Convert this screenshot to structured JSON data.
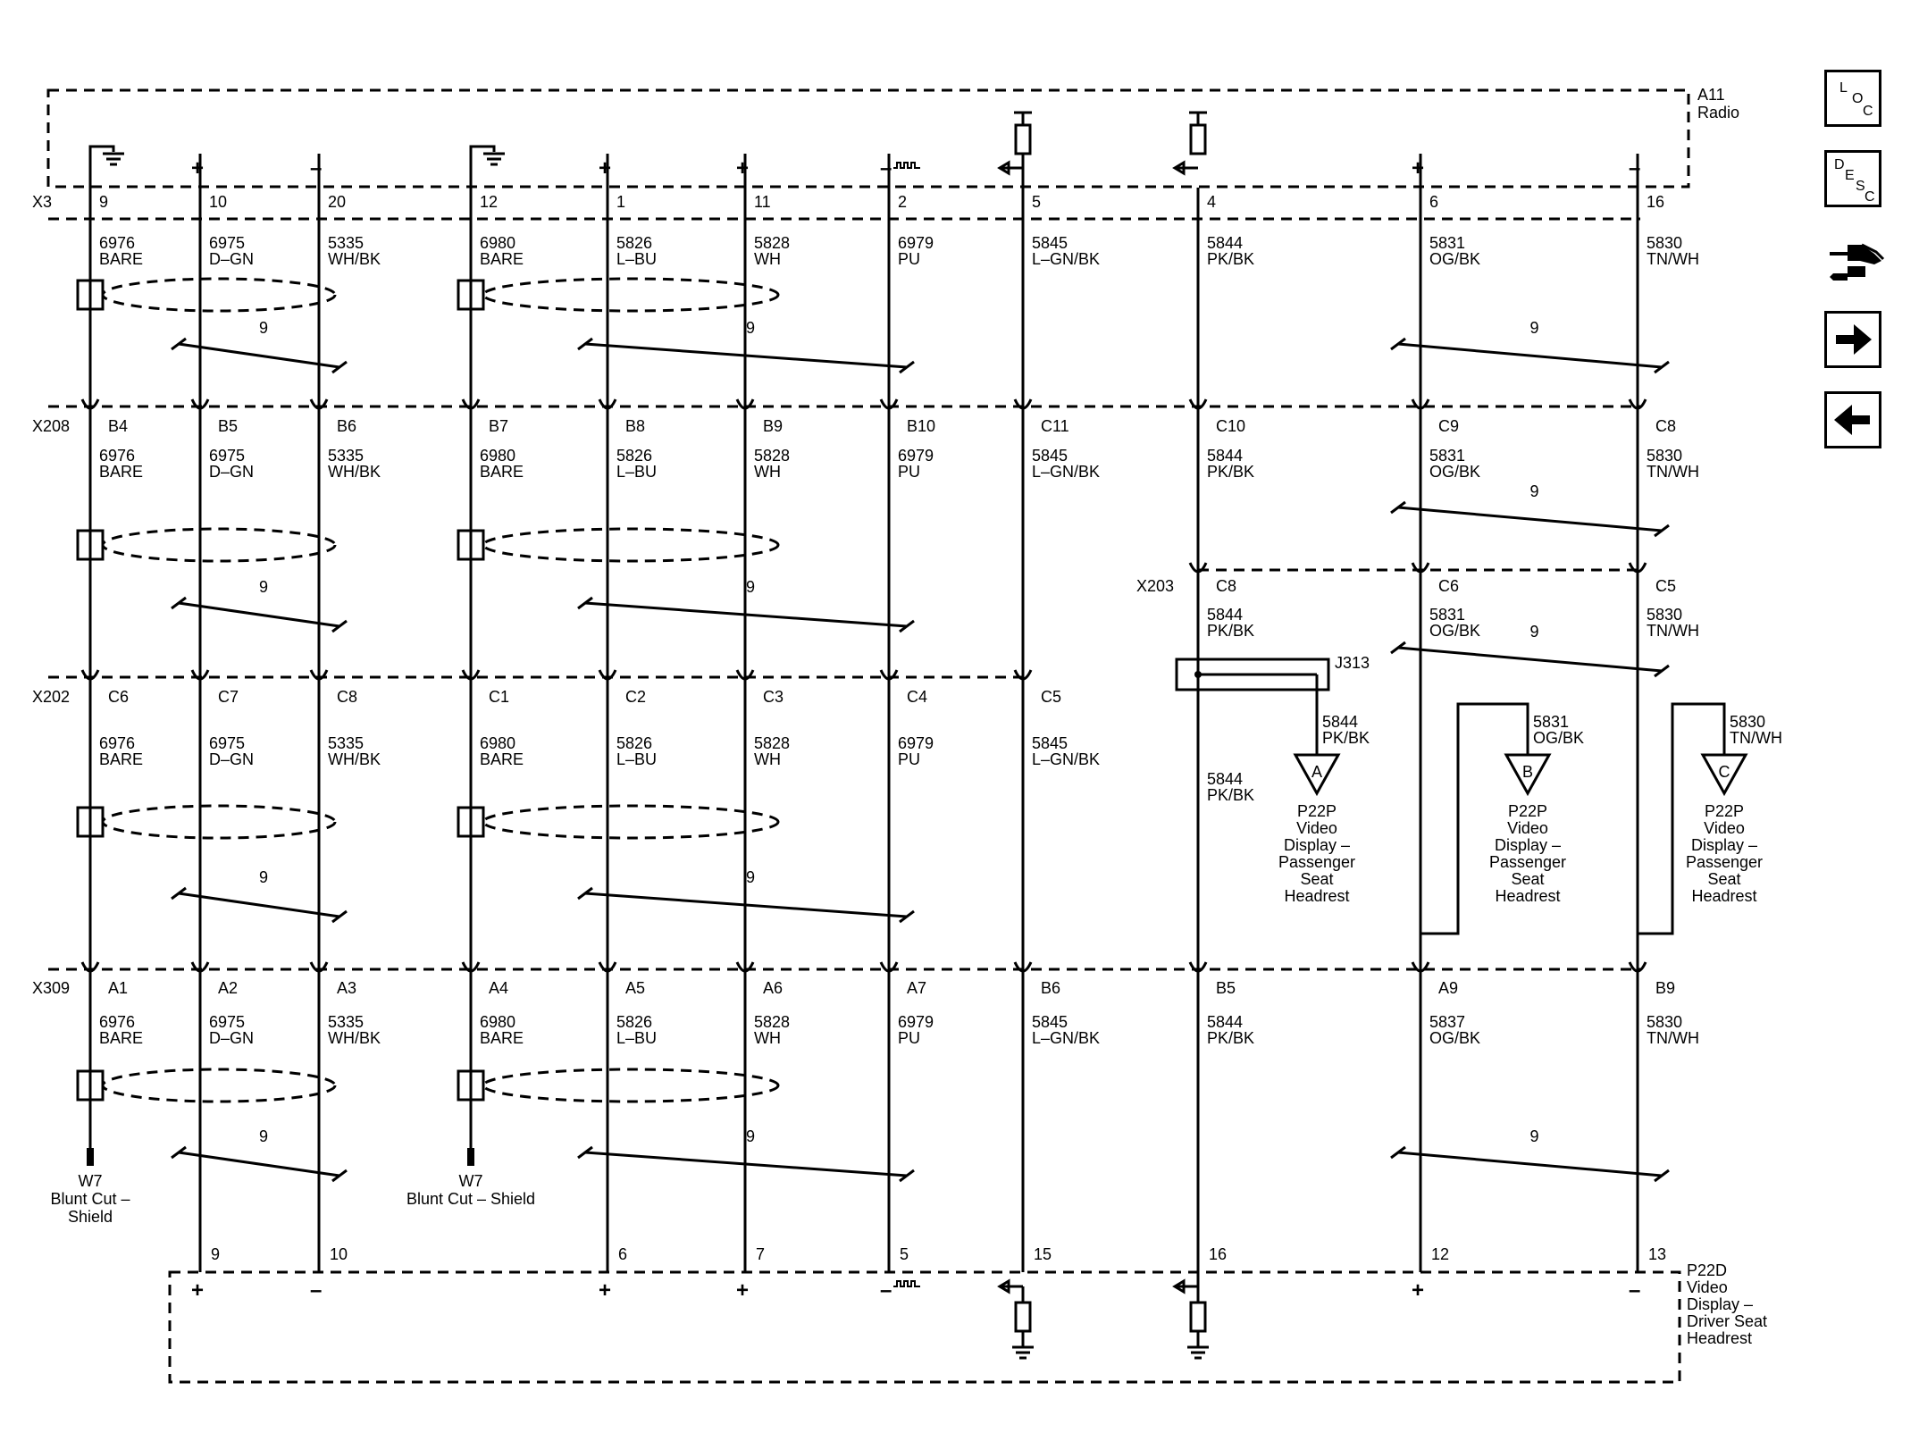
{
  "modules": {
    "radio_id": "A11",
    "radio_name": "Radio",
    "driver_display": [
      "P22D",
      "Video",
      "Display –",
      "Driver Seat",
      "Headrest"
    ]
  },
  "connectors": {
    "x3": "X3",
    "x208": "X208",
    "x202": "X202",
    "x309": "X309",
    "x203": "X203",
    "j313": "J313"
  },
  "nav": {
    "loc": [
      "L",
      "O",
      "C"
    ],
    "desc": [
      "D",
      "E",
      "S",
      "C"
    ],
    "icons": [
      "connector-icon",
      "forward-arrow-icon",
      "back-arrow-icon"
    ]
  },
  "circuits": [
    {
      "pol": "ground",
      "x3": "9",
      "x208": "B4",
      "x202": "C6",
      "x309": "A1",
      "circuit": "6976",
      "color": "BARE",
      "end": "W7-left"
    },
    {
      "pol": "+",
      "x3": "10",
      "x208": "B5",
      "x202": "C7",
      "x309": "A2",
      "circuit": "6975",
      "color": "D–GN",
      "bottom": "9",
      "bottom_pol": "+"
    },
    {
      "pol": "–",
      "x3": "20",
      "x208": "B6",
      "x202": "C8",
      "x309": "A3",
      "circuit": "5335",
      "color": "WH/BK",
      "bottom": "10",
      "bottom_pol": "–"
    },
    {
      "pol": "ground",
      "x3": "12",
      "x208": "B7",
      "x202": "C1",
      "x309": "A4",
      "circuit": "6980",
      "color": "BARE",
      "end": "W7-mid"
    },
    {
      "pol": "+",
      "x3": "1",
      "x208": "B8",
      "x202": "C2",
      "x309": "A5",
      "circuit": "5826",
      "color": "L–BU",
      "bottom": "6",
      "bottom_pol": "+"
    },
    {
      "pol": "+",
      "x3": "11",
      "x208": "B9",
      "x202": "C3",
      "x309": "A6",
      "circuit": "5828",
      "color": "WH",
      "bottom": "7",
      "bottom_pol": "+"
    },
    {
      "pol": "–",
      "x3": "2",
      "x208": "B10",
      "x202": "C4",
      "x309": "A7",
      "circuit": "6979",
      "color": "PU",
      "bottom": "5",
      "bottom_pol": "–"
    },
    {
      "pol": "sig",
      "x3": "5",
      "x208": "C11",
      "x202": "C5",
      "x309": "B6",
      "circuit": "5845",
      "color": "L–GN/BK",
      "bottom": "15"
    },
    {
      "pol": "sig",
      "x3": "4",
      "x208": "C10",
      "x203": "C8",
      "x309": "B5",
      "circuit": "5844",
      "color": "PK/BK",
      "bottom": "16"
    },
    {
      "pol": "+",
      "x3": "6",
      "x208": "C9",
      "x203": "C6",
      "x309": "A9",
      "circuit": "5831",
      "color": "OG/BK",
      "circuit_x309": "5837",
      "bottom": "12",
      "bottom_pol": "+"
    },
    {
      "pol": "–",
      "x3": "16",
      "x208": "C8",
      "x203": "C5",
      "x309": "B9",
      "circuit": "5830",
      "color": "TN/WH",
      "bottom": "13",
      "bottom_pol": "–"
    }
  ],
  "twist_label": "9",
  "shield_ends": {
    "left": [
      "W7",
      "Blunt Cut –",
      "Shield"
    ],
    "mid": [
      "W7",
      "Blunt Cut – Shield"
    ]
  },
  "passenger_outputs": [
    {
      "letter": "A",
      "circuit": "5844",
      "color": "PK/BK"
    },
    {
      "letter": "B",
      "circuit": "5831",
      "color": "OG/BK"
    },
    {
      "letter": "C",
      "circuit": "5830",
      "color": "TN/WH"
    }
  ],
  "passenger_display": [
    "P22P",
    "Video",
    "Display –",
    "Passenger",
    "Seat",
    "Headrest"
  ]
}
